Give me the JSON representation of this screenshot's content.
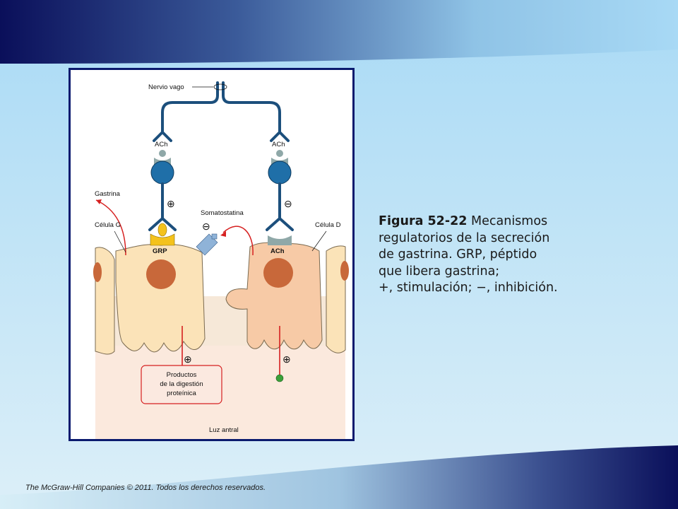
{
  "slide": {
    "colors": {
      "navy": "#0a0f5a",
      "band_light": "#a8d9f5",
      "lower_bg": "#d7eef7"
    }
  },
  "figure": {
    "labels": {
      "vagus_nerve": "Nervio vago",
      "ach_left": "ACh",
      "ach_right": "ACh",
      "gastrin": "Gastrina",
      "g_cell": "Célula G",
      "somatostatin": "Somatostatina",
      "d_cell": "Célula D",
      "grp": "GRP",
      "ach_bottom": "ACh",
      "products_line1": "Productos",
      "products_line2": "de la digestión",
      "products_line3": "proteínica",
      "lumen": "Luz antral"
    },
    "signs": {
      "plus": "⊕",
      "minus": "⊖"
    },
    "colors": {
      "nerve": "#1c4f7c",
      "receptor_grey": "#8fa8a8",
      "g_cell": "#fbe3b8",
      "d_cell": "#f7caa6",
      "nucleus": "#c8683a",
      "grp": "#f4c21c",
      "arrow_red": "#d62020",
      "somatostatin_blue": "#8fb3d8",
      "lumen": "#fbe9dd"
    }
  },
  "caption": {
    "figure_number": "Figura 52-22",
    "line1": " Mecanismos",
    "line2": "regulatorios de la secreción",
    "line3": "de gastrina. GRP, péptido",
    "line4": "que libera gastrina;",
    "line5": "+,  stimulación; −, inhibición."
  },
  "footer": {
    "text": "The McGraw-Hill Companies © 2011. Todos los derechos reservados."
  }
}
